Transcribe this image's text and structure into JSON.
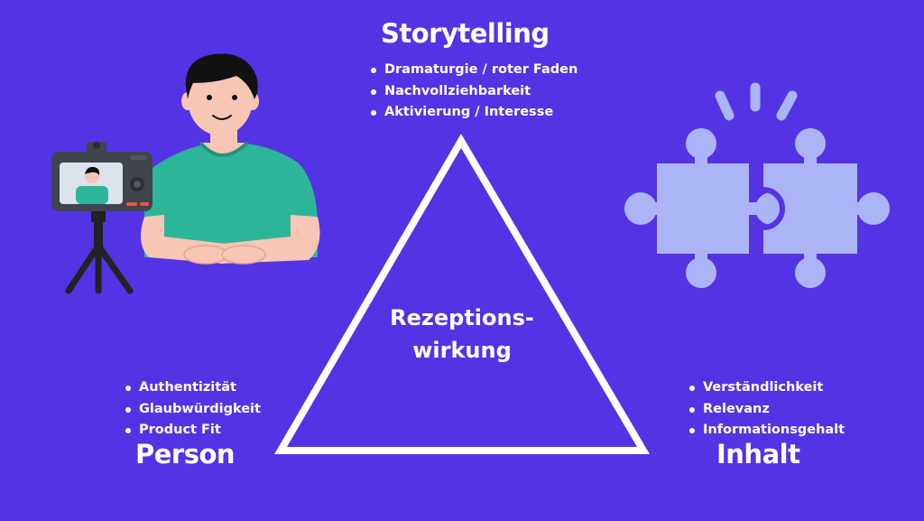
{
  "colors": {
    "background": "#5433E4",
    "text": "#FFFFFF",
    "puzzle": "#ACB4F8",
    "shirt": "#2DB59A",
    "skin": "#F7C6B4",
    "hair": "#111111",
    "camera_body": "#3F444D"
  },
  "storytelling": {
    "title": "Storytelling",
    "items": [
      "Dramaturgie / roter Faden",
      "Nachvollziehbarkeit",
      "Aktivierung / Interesse"
    ]
  },
  "person": {
    "title": "Person",
    "items": [
      "Authentizität",
      "Glaubwürdigkeit",
      "Product Fit"
    ]
  },
  "inhalt": {
    "title": "Inhalt",
    "items": [
      "Verständlichkeit",
      "Relevanz",
      "Informationsgehalt"
    ]
  },
  "center": {
    "line1": "Rezeptions-",
    "line2": "wirkung"
  },
  "illustrations": {
    "left": "person-with-camera-illustration",
    "right": "puzzle-pieces-icon"
  }
}
